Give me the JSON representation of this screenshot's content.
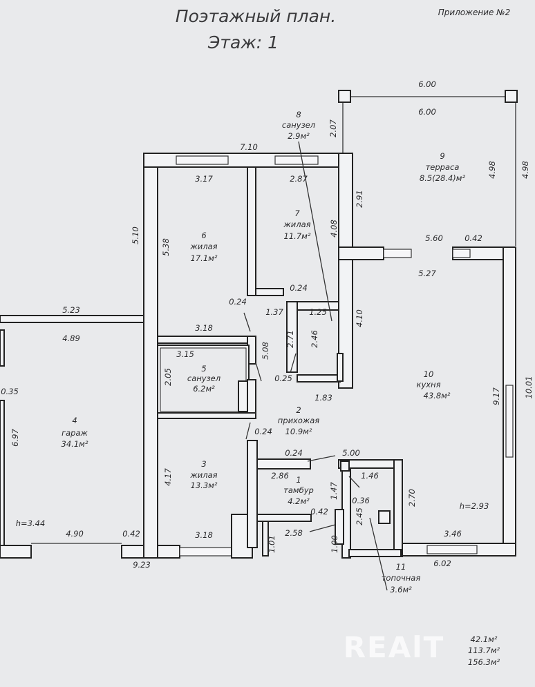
{
  "title": "Поэтажный план.",
  "floor": "Этаж: 1",
  "appendix": "Приложение №2",
  "watermark": "REAlT",
  "rooms": [
    {
      "num": "1",
      "name": "тамбур",
      "area": "4.2м²"
    },
    {
      "num": "2",
      "name": "прихожая",
      "area": "10.9м²"
    },
    {
      "num": "3",
      "name": "жилая",
      "area": "13.3м²"
    },
    {
      "num": "4",
      "name": "гараж",
      "area": "34.1м²"
    },
    {
      "num": "5",
      "name": "санузел",
      "area": "6.2м²"
    },
    {
      "num": "6",
      "name": "жилая",
      "area": "17.1м²"
    },
    {
      "num": "7",
      "name": "жилая",
      "area": "11.7м²"
    },
    {
      "num": "8",
      "name": "санузел",
      "area": "2.9м²"
    },
    {
      "num": "9",
      "name": "терраса",
      "area": "8.5(28.4)м²"
    },
    {
      "num": "10",
      "name": "кухня",
      "area": "43.8м²"
    },
    {
      "num": "11",
      "name": "топочная",
      "area": "3.6м²"
    }
  ],
  "heights": {
    "garage": "h=3.44",
    "kitchen": "h=2.93"
  },
  "dims": [
    "6.00",
    "6.00",
    "2.07",
    "4.98",
    "4.98",
    "7.10",
    "3.17",
    "2.87",
    "2.91",
    "5.10",
    "5.38",
    "4.08",
    "5.60",
    "0.42",
    "5.27",
    "0.24",
    "0.24",
    "1.37",
    "1.25",
    "5.23",
    "4.10",
    "3.18",
    "4.89",
    "2.71",
    "2.46",
    "5.08",
    "3.15",
    "2.05",
    "0.25",
    "9.17",
    "10.01",
    "0.35",
    "1.83",
    "6.97",
    "0.24",
    "0.24",
    "5.00",
    "2.86",
    "1.46",
    "4.17",
    "1.47",
    "0.36",
    "2.70",
    "0.42",
    "2.45",
    "4.90",
    "0.42",
    "3.18",
    "2.58",
    "3.46",
    "1.01",
    "1.00",
    "9.23",
    "6.02"
  ],
  "totals": [
    "42.1м²",
    "113.7м²",
    "156.3м²"
  ]
}
